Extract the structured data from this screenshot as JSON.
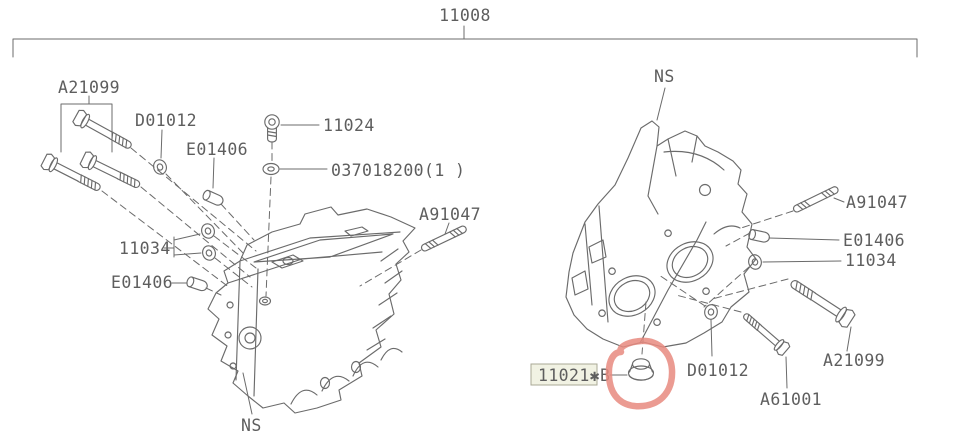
{
  "diagram": {
    "assembly_number": "11008",
    "type": "exploded-parts-diagram",
    "highlighted_part": "11021✱B"
  },
  "colors": {
    "background": "#ffffff",
    "line": "#6b6b6b",
    "label_text": "#5e5e5e",
    "highlight_fill": "#f1f2e3",
    "highlight_border": "#a9a896",
    "annotation_red": "#e8897f"
  },
  "labels": {
    "assembly": "11008",
    "ns_left": "NS",
    "ns_right": "NS",
    "a21099_left": "A21099",
    "d01012_left": "D01012",
    "e01406_left_upper": "E01406",
    "bolt_11024": "11024",
    "washer_037018200": "037018200(1  )",
    "a91047_left": "A91047",
    "washers_11034_left": "11034",
    "e01406_left_lower": "E01406",
    "a91047_right": "A91047",
    "e01406_right": "E01406",
    "washer_11034_right": "11034",
    "a21099_right": "A21099",
    "d01012_right": "D01012",
    "a61001": "A61001",
    "plug_11021": "11021✱B"
  }
}
